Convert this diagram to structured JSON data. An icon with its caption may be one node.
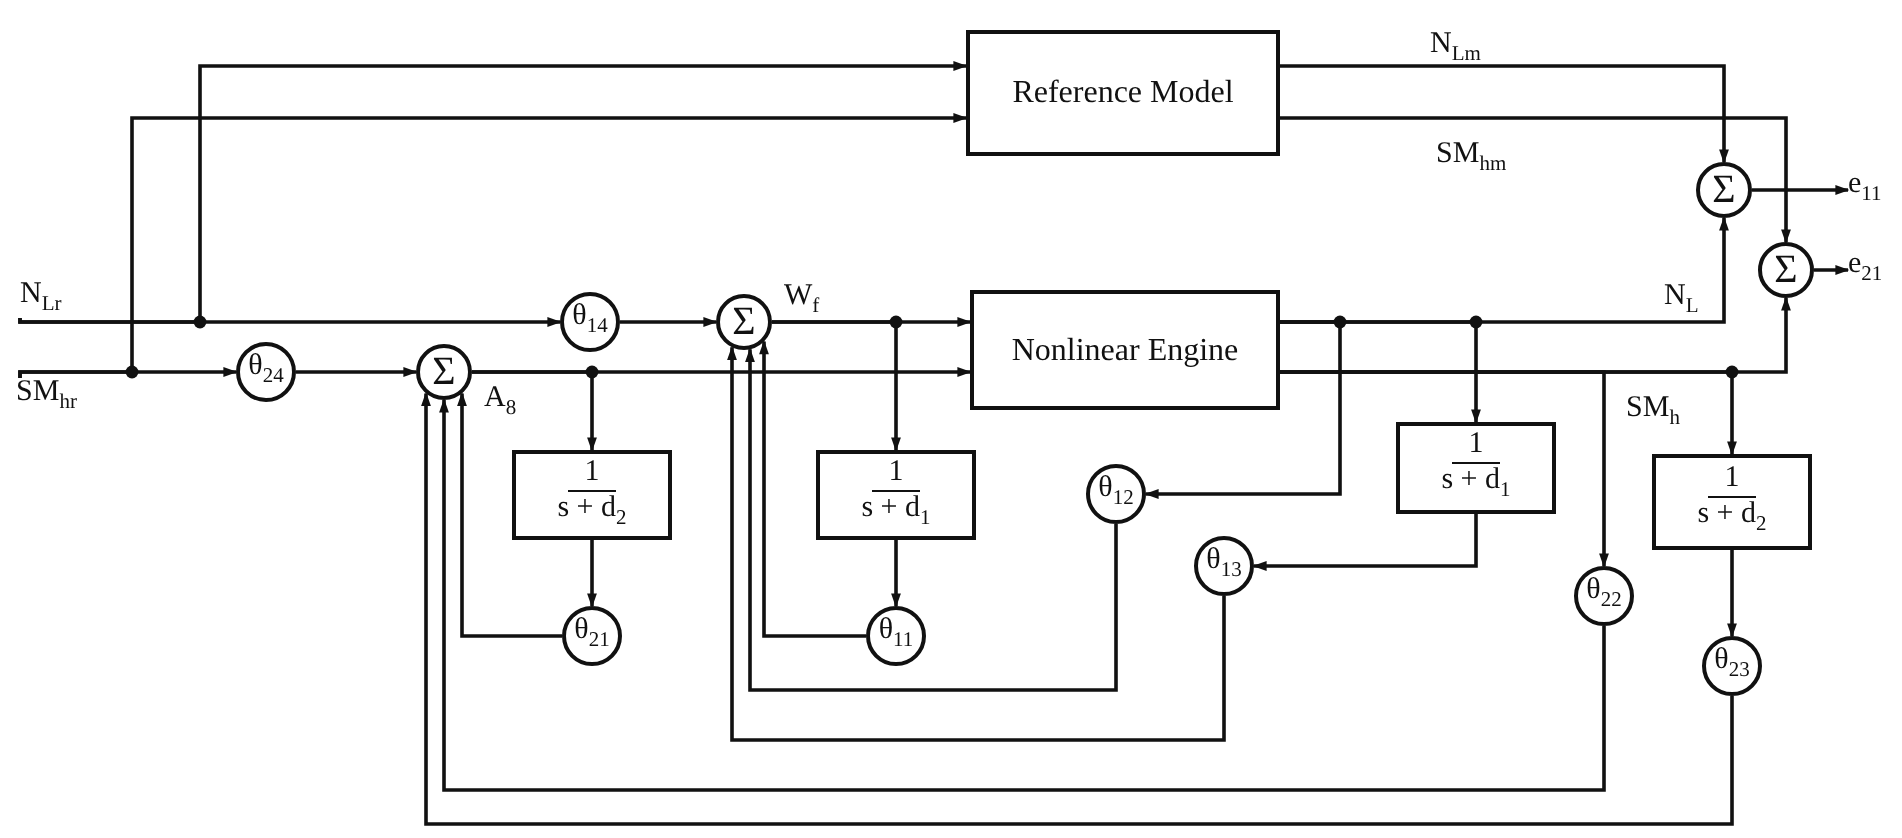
{
  "diagram": {
    "nodes": [
      {
        "text": [
          "Reference Model"
        ]
      },
      {
        "text": [
          "Nonlinear Engine"
        ]
      },
      {
        "text": [
          "θ$_{24}$"
        ]
      },
      {
        "text": [
          "Σ"
        ]
      },
      {
        "text": [
          "θ$_{14}$"
        ]
      },
      {
        "text": [
          "Σ"
        ]
      },
      {
        "text": [
          "1",
          "s + d$_{2}$"
        ]
      },
      {
        "text": [
          "θ$_{21}$"
        ]
      },
      {
        "text": [
          "1",
          "s + d$_{1}$"
        ]
      },
      {
        "text": [
          "θ$_{11}$"
        ]
      },
      {
        "text": [
          "θ$_{12}$"
        ]
      },
      {
        "text": [
          "1",
          "s + d$_{1}$"
        ]
      },
      {
        "text": [
          "θ$_{13}$"
        ]
      },
      {
        "text": [
          "θ$_{22}$"
        ]
      },
      {
        "text": [
          "1",
          "s + d$_{2}$"
        ]
      },
      {
        "text": [
          "θ$_{23}$"
        ]
      },
      {
        "text": [
          "Σ"
        ]
      },
      {
        "text": [
          "Σ"
        ]
      },
      {
        "text": [
          "N$_{Lr}$"
        ]
      },
      {
        "text": [
          "SM$_{hr}$"
        ]
      },
      {
        "text": [
          "e$_{11}$"
        ]
      },
      {
        "text": [
          "e$_{21}$"
        ]
      }
    ],
    "edges": [
      {
        "from": 18,
        "to": 4,
        "arrow": "to"
      },
      {
        "from": 18,
        "to": 0,
        "arrow": "to"
      },
      {
        "from": 19,
        "to": 2,
        "arrow": "to"
      },
      {
        "from": 19,
        "to": 0,
        "arrow": "to"
      },
      {
        "from": 2,
        "to": 3,
        "arrow": "to"
      },
      {
        "from": 4,
        "to": 5,
        "arrow": "to"
      },
      {
        "from": 5,
        "to": 1,
        "arrow": "to"
      },
      {
        "from": 3,
        "to": 1,
        "arrow": "to"
      },
      {
        "from": 3,
        "to": 6,
        "arrow": "to"
      },
      {
        "from": 6,
        "to": 7,
        "arrow": "to"
      },
      {
        "from": 7,
        "to": 3,
        "arrow": "to"
      },
      {
        "from": 5,
        "to": 8,
        "arrow": "to"
      },
      {
        "from": 8,
        "to": 9,
        "arrow": "to"
      },
      {
        "from": 9,
        "to": 5,
        "arrow": "to"
      },
      {
        "from": 1,
        "to": 16,
        "arrow": "to"
      },
      {
        "from": 1,
        "to": 17,
        "arrow": "to"
      },
      {
        "from": 1,
        "to": 10,
        "arrow": "to"
      },
      {
        "from": 10,
        "to": 5,
        "arrow": "to"
      },
      {
        "from": 1,
        "to": 11,
        "arrow": "to"
      },
      {
        "from": 11,
        "to": 12,
        "arrow": "to"
      },
      {
        "from": 12,
        "to": 5,
        "arrow": "to"
      },
      {
        "from": 1,
        "to": 13,
        "arrow": "to"
      },
      {
        "from": 13,
        "to": 3,
        "arrow": "to"
      },
      {
        "from": 1,
        "to": 14,
        "arrow": "to"
      },
      {
        "from": 14,
        "to": 15,
        "arrow": "to"
      },
      {
        "from": 15,
        "to": 3,
        "arrow": "to"
      },
      {
        "from": 0,
        "to": 16,
        "arrow": "to"
      },
      {
        "from": 0,
        "to": 17,
        "arrow": "to"
      },
      {
        "from": 16,
        "to": 20,
        "arrow": "to"
      },
      {
        "from": 17,
        "to": 21,
        "arrow": "to"
      }
    ],
    "labels": [
      "A$_{8}$",
      "W$_{f}$",
      "N$_{Lm}$",
      "SM$_{hm}$",
      "N$_{L}$",
      "SM$_{h}$"
    ]
  }
}
